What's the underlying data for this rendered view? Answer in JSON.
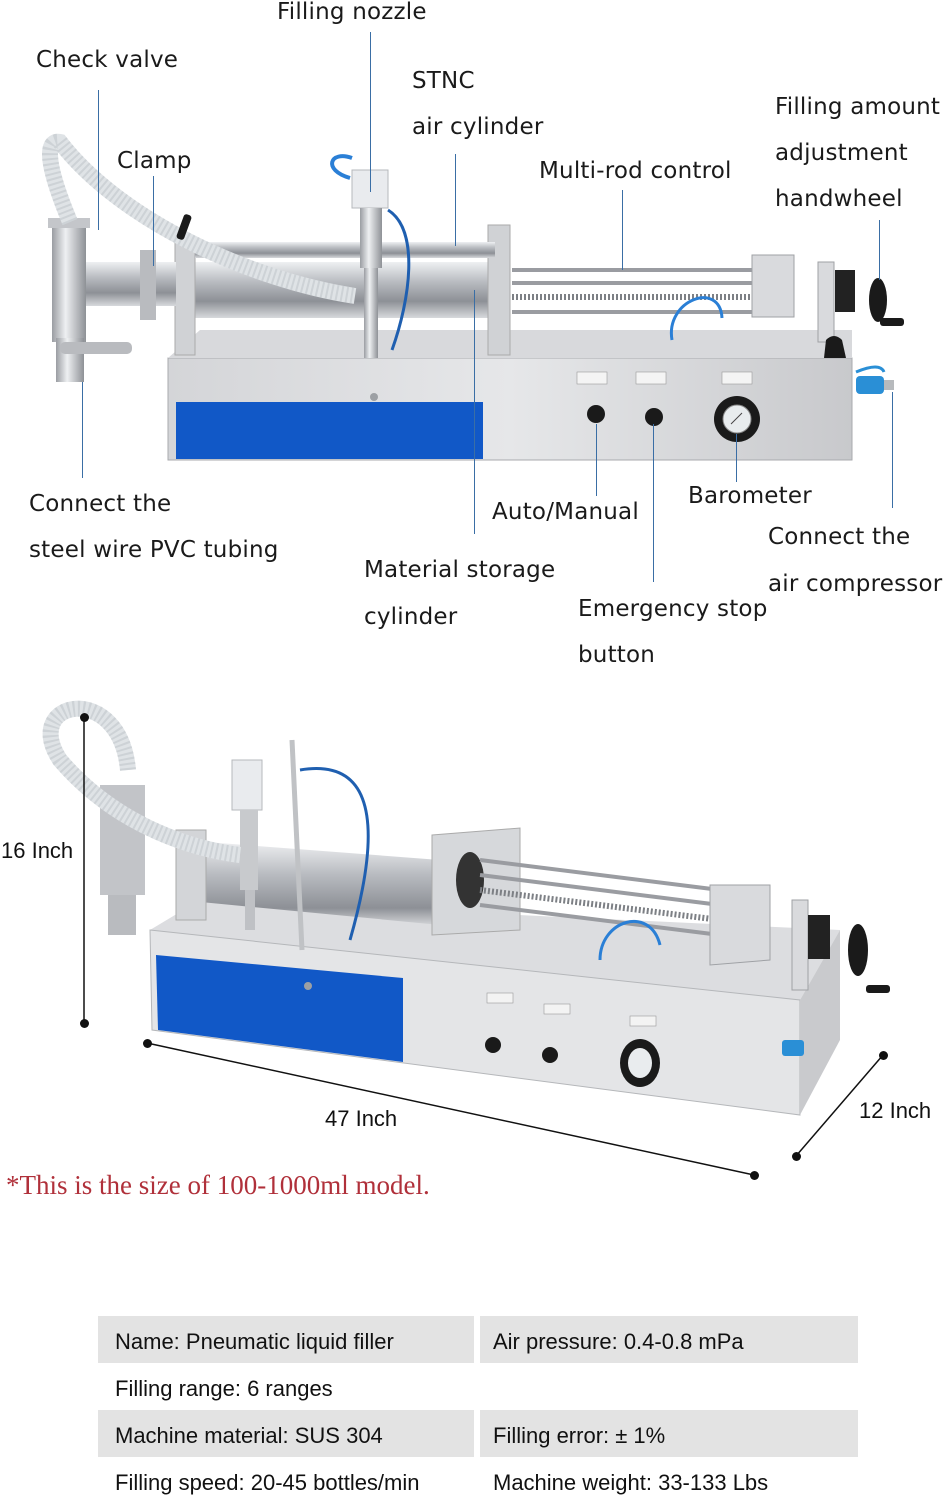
{
  "top_diagram": {
    "labels": {
      "filling_nozzle": "Filling nozzle",
      "check_valve": "Check valve",
      "stnc_line1": "STNC",
      "stnc_line2": "air cylinder",
      "filling_amount_line1": "Filling amount",
      "filling_amount_line2": "adjustment",
      "filling_amount_line3": "handwheel",
      "clamp": "Clamp",
      "multi_rod": "Multi-rod control",
      "connect_pvc_line1": "Connect the",
      "connect_pvc_line2": "steel wire PVC tubing",
      "auto_manual": "Auto/Manual",
      "barometer": "Barometer",
      "connect_air_line1": "Connect the",
      "connect_air_line2": "air compressor",
      "material_line1": "Material storage",
      "material_line2": "cylinder",
      "estop_line1": "Emergency stop",
      "estop_line2": "button"
    }
  },
  "dimension_diagram": {
    "height": "16 Inch",
    "length": "47 Inch",
    "depth": "12 Inch",
    "note": "*This is the size of 100-1000ml model."
  },
  "specs": {
    "rows": [
      {
        "left": "Name: Pneumatic liquid filler",
        "right": "Air pressure: 0.4-0.8 mPa",
        "shaded": true
      },
      {
        "left": "Filling range: 6 ranges",
        "right": "",
        "shaded": false
      },
      {
        "left": "Machine material: SUS 304",
        "right": "Filling error: ± 1%",
        "shaded": true
      },
      {
        "left": "Filling speed: 20-45 bottles/min",
        "right": "Machine weight: 33-133 Lbs",
        "shaded": false
      }
    ]
  },
  "colors": {
    "panel_blue": "#1158c7",
    "steel": "#c9cbcf",
    "leader_line": "#3a6ea5",
    "note_red": "#b0303a",
    "table_shade": "#e3e3e3"
  }
}
